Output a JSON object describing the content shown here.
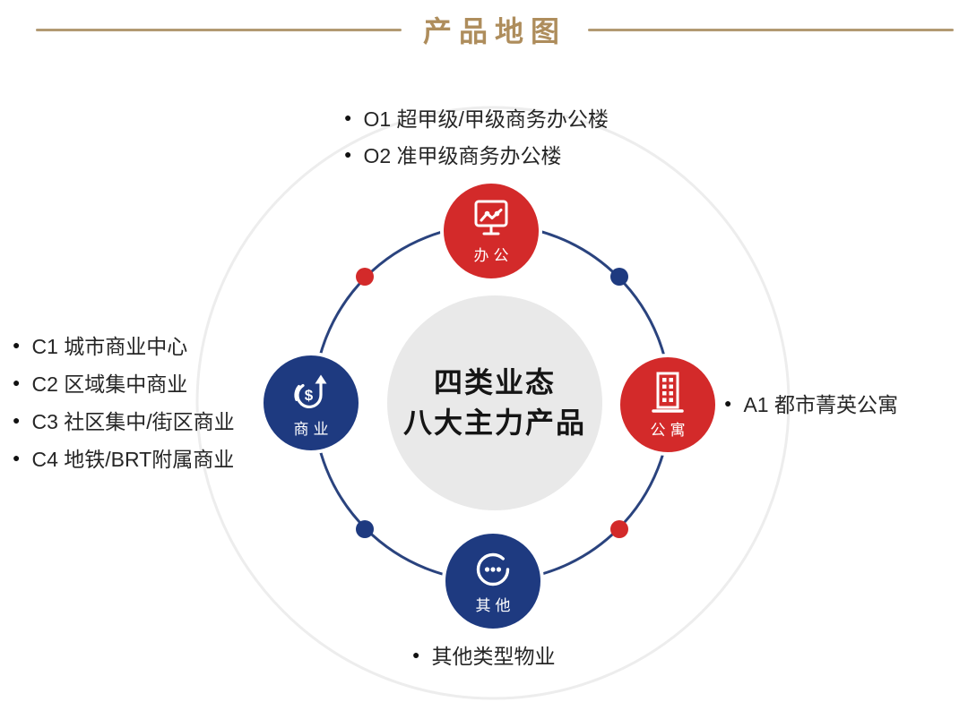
{
  "title": "产品地图",
  "center": {
    "line1": "四类业态",
    "line2": "八大主力产品"
  },
  "bullet_glyph": "●",
  "nodes": {
    "office": {
      "label": "办公",
      "icon": "monitor-chart-icon",
      "color": "#d32a2a"
    },
    "apartment": {
      "label": "公寓",
      "icon": "building-icon",
      "color": "#d32a2a"
    },
    "commercial": {
      "label": "商业",
      "icon": "dollar-growth-icon",
      "color": "#1e3a80"
    },
    "other": {
      "label": "其他",
      "icon": "ellipsis-circle-icon",
      "color": "#1e3a80"
    }
  },
  "lists": {
    "office": [
      "O1 超甲级/甲级商务办公楼",
      "O2 准甲级商务办公楼"
    ],
    "commercial": [
      "C1 城市商业中心",
      "C2 区域集中商业",
      "C3 社区集中/街区商业",
      "C4 地铁/BRT附属商业"
    ],
    "apartment": [
      "A1 都市菁英公寓"
    ],
    "other": [
      "其他类型物业"
    ]
  },
  "colors": {
    "red": "#d32a2a",
    "navy": "#1e3a80",
    "ring": "#2a437e",
    "outer_ring": "#ededed",
    "gold": "#ae8d5c",
    "rule_gold": "#b29a72",
    "center_bg": "#e9e9e9",
    "text": "#262626"
  }
}
